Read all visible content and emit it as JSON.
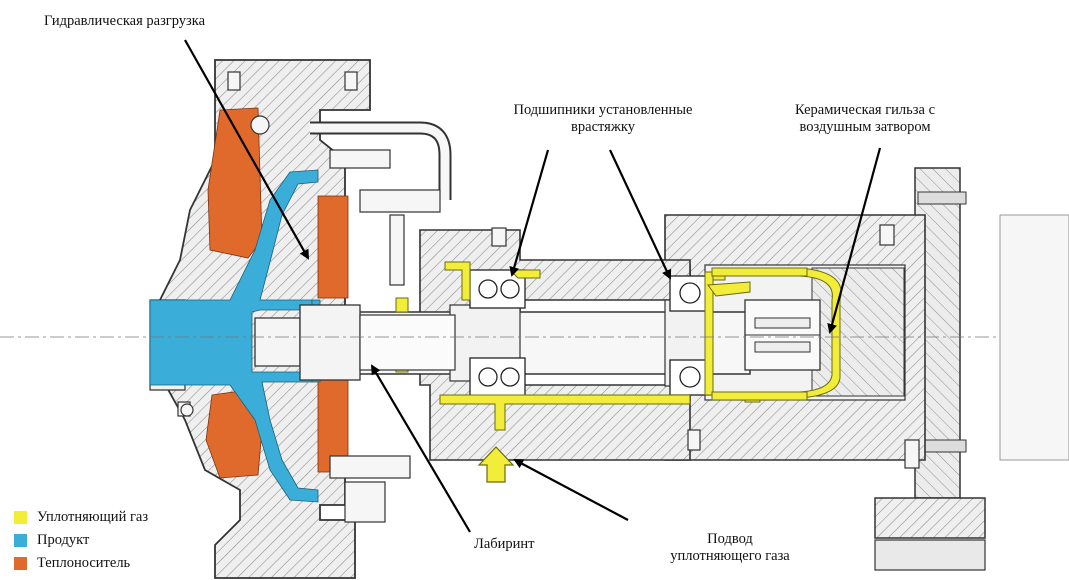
{
  "labels": {
    "hydraulic_unloading": "Гидравлическая разгрузка",
    "bearings_line1": "Подшипники установленные",
    "bearings_line2": "врастяжку",
    "ceramic_line1": "Керамическая гильза с",
    "ceramic_line2": "воздушным затвором",
    "labyrinth": "Лабиринт",
    "gas_supply_line1": "Подвод",
    "gas_supply_line2": "уплотняющего газа"
  },
  "legend": [
    {
      "label": "Уплотняющий газ",
      "color": "#f2ec3a"
    },
    {
      "label": "Продукт",
      "color": "#3aaed8"
    },
    {
      "label": "Теплоноситель",
      "color": "#e06a2c"
    }
  ],
  "colors": {
    "sealing_gas": "#f2ec3a",
    "product": "#3aaed8",
    "heat_carrier": "#e06a2c",
    "metal": "#e4e4e4",
    "outline": "#333333"
  }
}
